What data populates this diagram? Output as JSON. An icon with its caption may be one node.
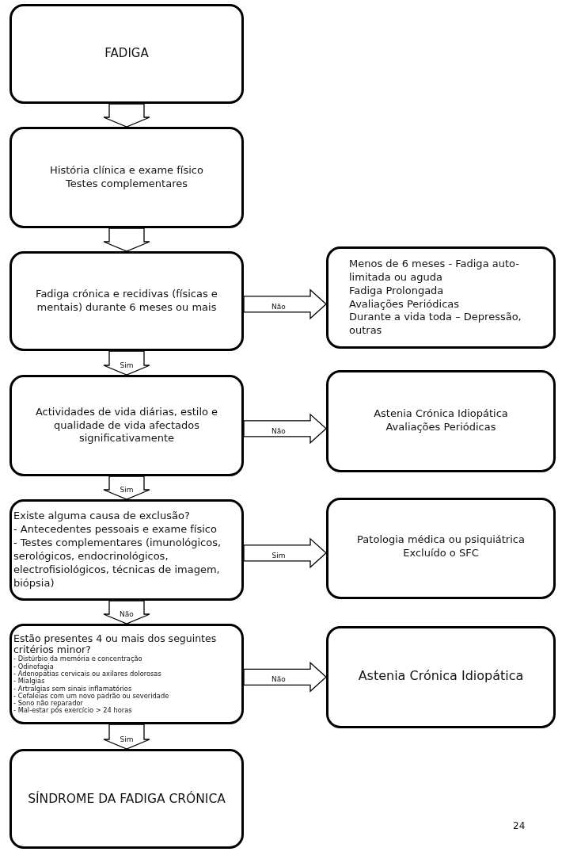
{
  "diagram": {
    "nodes": [
      {
        "text": [
          "FADIGA"
        ]
      },
      {
        "text": [
          "História clínica e exame físico",
          "Testes complementares"
        ]
      },
      {
        "text": [
          "Fadiga crónica e recidivas (físicas e mentais) durante 6 meses ou mais"
        ]
      },
      {
        "text": [
          "Menos de 6 meses - Fadiga auto-limitada ou aguda",
          "Fadiga Prolongada",
          "Avaliações Periódicas",
          "Durante a vida toda – Depressão, outras"
        ]
      },
      {
        "text": [
          "Actividades de vida diárias, estilo e qualidade de vida afectados significativamente"
        ]
      },
      {
        "text": [
          "Astenia Crónica Idiopática",
          "Avaliações Periódicas"
        ]
      },
      {
        "text": [
          "Existe alguma causa de exclusão?",
          "- Antecedentes pessoais e exame físico",
          "- Testes complementares (imunológicos, serológicos, endocrinológicos, electrofisiológicos, técnicas de imagem, biópsia)"
        ]
      },
      {
        "text": [
          "Patologia médica ou psiquiátrica",
          "Excluído o SFC"
        ]
      },
      {
        "text": [
          "Estão presentes 4 ou mais dos seguintes critérios minor?",
          "- Distúrbio da memória e concentração",
          "- Odinofagia",
          "- Adenopatias cervicais ou axilares dolorosas",
          "- Mialgias",
          "- Artralgias sem  sinais inflamatórios",
          "- Cefaleias com um novo padrão ou severidade",
          "- Sono não reparador",
          "- Mal-estar pós exercício > 24 horas"
        ]
      },
      {
        "text": [
          "Astenia Crónica Idiopática"
        ]
      },
      {
        "text": [
          "SÍNDROME DA FADIGA CRÓNICA"
        ]
      }
    ],
    "edges": [
      {
        "from": 0,
        "to": 1,
        "arrow": "to"
      },
      {
        "from": 1,
        "to": 2,
        "arrow": "to"
      },
      {
        "from": 2,
        "to": 3,
        "arrow": "to",
        "label": "Não"
      },
      {
        "from": 2,
        "to": 4,
        "arrow": "to",
        "label": "Sim"
      },
      {
        "from": 4,
        "to": 5,
        "arrow": "to",
        "label": "Não"
      },
      {
        "from": 4,
        "to": 6,
        "arrow": "to",
        "label": "Sim"
      },
      {
        "from": 6,
        "to": 7,
        "arrow": "to",
        "label": "Sim"
      },
      {
        "from": 6,
        "to": 8,
        "arrow": "to",
        "label": "Não"
      },
      {
        "from": 8,
        "to": 9,
        "arrow": "to",
        "label": "Não"
      },
      {
        "from": 8,
        "to": 10,
        "arrow": "to",
        "label": "Sim"
      }
    ],
    "labels": [
      "24"
    ]
  }
}
